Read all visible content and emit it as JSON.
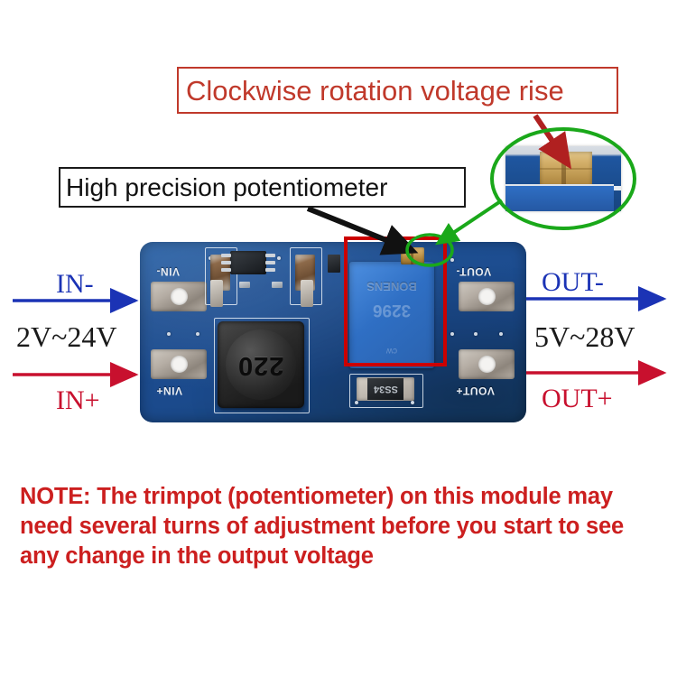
{
  "page": {
    "title": "MT3608 DC-DC boost converter module annotated diagram",
    "background": "#ffffff"
  },
  "callouts": {
    "clockwise": {
      "text": "Clockwise rotation voltage rise",
      "border_color": "#c0392b",
      "text_color": "#c0392b"
    },
    "potentiometer": {
      "text": "High precision potentiometer",
      "border_color": "#1a1a1a",
      "text_color": "#111111"
    }
  },
  "io": {
    "input": {
      "top_label": "IN-",
      "top_color": "#1b33b5",
      "range": "2V~24V",
      "range_color": "#1a1a1a",
      "bottom_label": "IN+",
      "bottom_color": "#c8102e"
    },
    "output": {
      "top_label": "OUT-",
      "top_color": "#1b33b5",
      "range": "5V~28V",
      "range_color": "#1a1a1a",
      "bottom_label": "OUT+",
      "bottom_color": "#c8102e"
    }
  },
  "board": {
    "silkscreen": {
      "vin_minus": "VIN-",
      "vin_plus": "VIN+",
      "vout_minus": "VOUT-",
      "vout_plus": "VOUT+"
    },
    "components": {
      "inductor_marking": "220",
      "trimpot_brand": "BONENS",
      "trimpot_model": "3296",
      "trimpot_mark": "cw",
      "diode_marking": "SS34"
    },
    "colors": {
      "solder_mask": "#1e4f92",
      "pad_metal": "#b5ada4",
      "trimpot_blue": "#2f6fc4",
      "screw_brass": "#c9a057"
    }
  },
  "annotations": {
    "highlight_rect_color": "#cc0000",
    "magnifier_ellipse_color": "#1aa81a",
    "red_arrow_color": "#b02020",
    "black_arrow_color": "#111111"
  },
  "note": {
    "text": "NOTE: The trimpot (potentiometer) on this module may need several turns of adjustment before you start to see any change in the output voltage",
    "color": "#cc1f1f"
  }
}
